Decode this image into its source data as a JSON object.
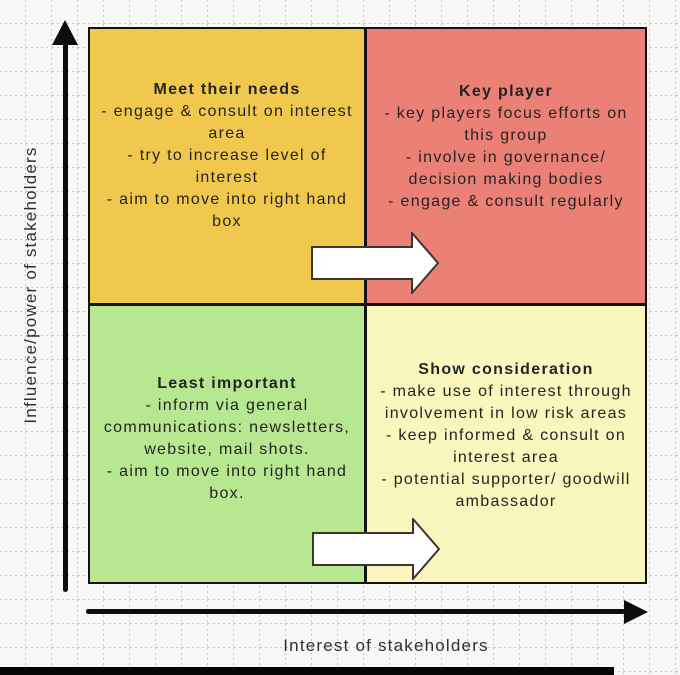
{
  "diagram": {
    "y_axis_label": "Influence/power of stakeholders",
    "x_axis_label": "Interest of stakeholders",
    "quadrants": [
      {
        "id": "meet-their-needs",
        "position": "top-left",
        "color": "#F1C84E",
        "title": "Meet their needs",
        "bullets": [
          "- engage & consult on interest area",
          "- try to increase level of interest",
          "- aim to move into right hand box"
        ]
      },
      {
        "id": "key-player",
        "position": "top-right",
        "color": "#EA8076",
        "title": "Key player",
        "bullets": [
          "- key players focus efforts on this group",
          "- involve in governance/ decision making bodies",
          "- engage & consult regularly"
        ]
      },
      {
        "id": "least-important",
        "position": "bottom-left",
        "color": "#B7E791",
        "title": "Least important",
        "bullets": [
          "- inform via general communications: newsletters, website, mail shots.",
          "- aim to move into right hand box."
        ]
      },
      {
        "id": "show-consideration",
        "position": "bottom-right",
        "color": "#F9F6BE",
        "title": "Show consideration",
        "bullets": [
          "- make use of interest through involvement in low risk areas",
          "- keep informed & consult on interest area",
          "- potential supporter/ goodwill ambassador"
        ]
      }
    ],
    "arrows": [
      {
        "id": "move-right-arrow-top",
        "meaning": "move stakeholders into right hand box",
        "fill": "#ffffff",
        "outline": "#40352e"
      },
      {
        "id": "move-right-arrow-bottom",
        "meaning": "move stakeholders into right hand box",
        "fill": "#ffffff",
        "outline": "#40352e"
      }
    ],
    "colors": {
      "axis": "#0d0d0d",
      "grid_line": "#c9c9c9",
      "background": "#f8f8f6",
      "text": "#242424"
    }
  }
}
